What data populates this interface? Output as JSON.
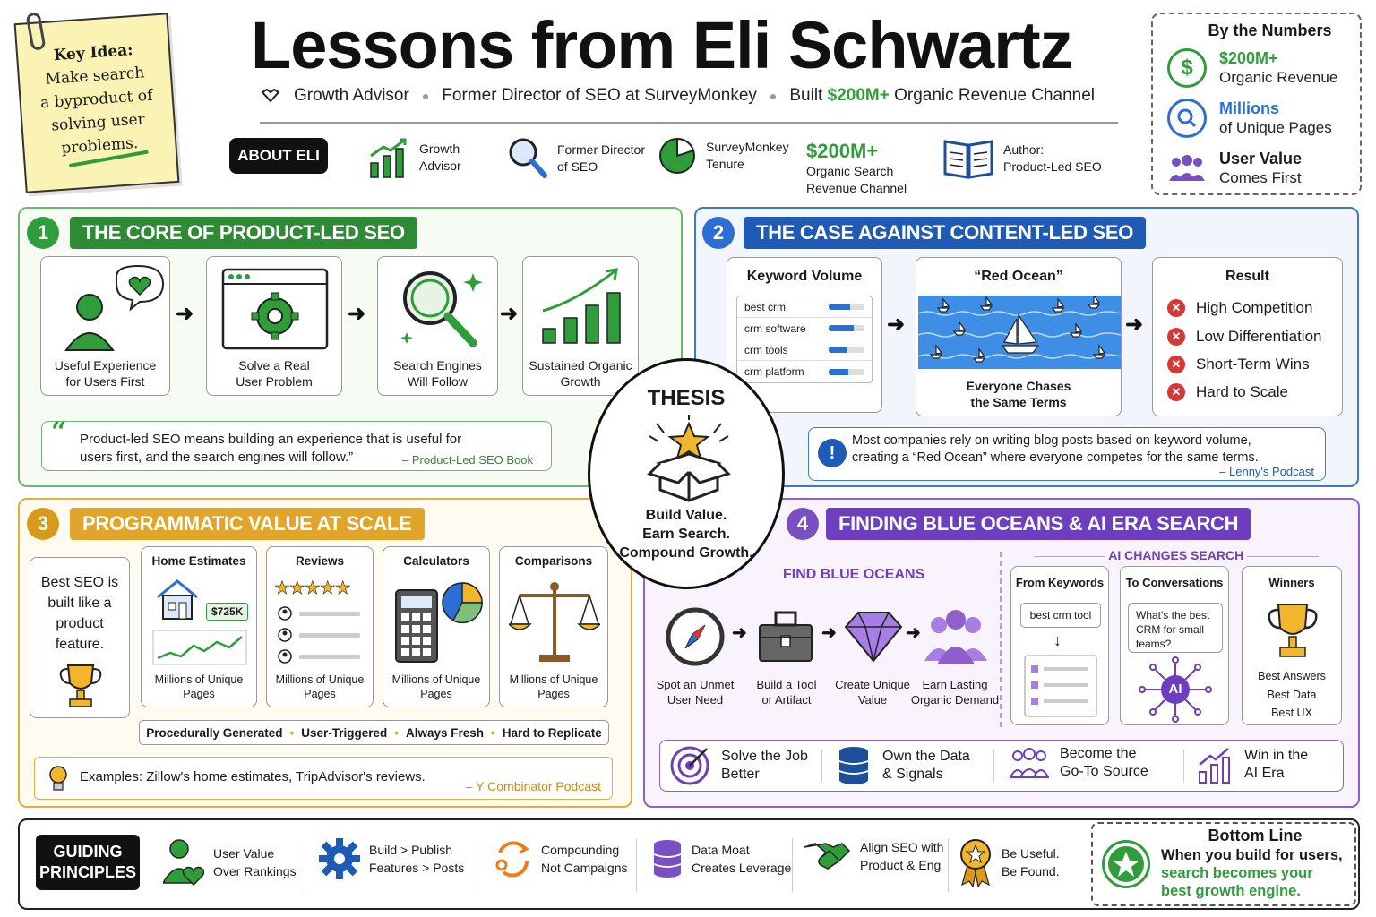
{
  "key_idea": {
    "line1": "Key Idea:",
    "line2": "Make search",
    "line3": "a byproduct of",
    "line4": "solving user",
    "line5": "problems."
  },
  "header": {
    "title": "Lessons from Eli Schwartz",
    "role1": "Growth Advisor",
    "role2": "Former Director of SEO at SurveyMonkey",
    "role3_prefix": "Built",
    "role3_amount": "$200M+",
    "role3_suffix": "Organic Revenue Channel"
  },
  "about": {
    "badge": "ABOUT ELI",
    "items": [
      {
        "l1": "Growth",
        "l2": "Advisor"
      },
      {
        "l1": "Former Director",
        "l2": "of SEO"
      },
      {
        "l1": "SurveyMonkey",
        "l2": "Tenure"
      },
      {
        "big": "$200M+",
        "l1": "Organic Search",
        "l2": "Revenue Channel"
      },
      {
        "l1": "Author:",
        "l2": "Product-Led SEO"
      }
    ]
  },
  "numbers": {
    "title": "By the Numbers",
    "rows": [
      {
        "t1": "$200M+",
        "t2": "Organic Revenue",
        "color": "#2f9e3a"
      },
      {
        "t1": "Millions",
        "t2": "of Unique Pages",
        "color": "#2b6fd4"
      },
      {
        "t1": "User Value",
        "t2": "Comes First",
        "color": "#7a4fc4"
      }
    ]
  },
  "s1": {
    "num": "1",
    "title": "THE CORE OF PRODUCT-LED SEO",
    "cards": [
      {
        "l1": "Useful Experience",
        "l2": "for Users First"
      },
      {
        "l1": "Solve a Real",
        "l2": "User Problem"
      },
      {
        "l1": "Search Engines",
        "l2": "Will Follow"
      },
      {
        "l1": "Sustained Organic",
        "l2": "Growth"
      }
    ],
    "quote1": "Product-led SEO means building an experience that is useful for",
    "quote2": "users first, and the search engines will follow.”",
    "source": "– Product-Led SEO Book"
  },
  "s2": {
    "num": "2",
    "title": "THE CASE AGAINST CONTENT-LED SEO",
    "kw_title": "Keyword Volume",
    "keywords": [
      {
        "k": "best crm",
        "v": 0.6
      },
      {
        "k": "crm software",
        "v": 0.7
      },
      {
        "k": "crm tools",
        "v": 0.5
      },
      {
        "k": "crm platform",
        "v": 0.55
      }
    ],
    "ocean_title": "“Red Ocean”",
    "ocean_l1": "Everyone Chases",
    "ocean_l2": "the Same Terms",
    "result_title": "Result",
    "results": [
      "High Competition",
      "Low Differentiation",
      "Short-Term Wins",
      "Hard to Scale"
    ],
    "note1": "Most companies rely on writing blog posts based on keyword volume,",
    "note2": "creating a “Red Ocean” where everyone competes for the same terms.",
    "source": "– Lenny's Podcast"
  },
  "thesis": {
    "title": "THESIS",
    "l1": "Build Value.",
    "l2": "Earn Search.",
    "l3": "Compound Growth."
  },
  "s3": {
    "num": "3",
    "title": "PROGRAMMATIC VALUE AT SCALE",
    "intro": [
      "Best SEO is",
      "built like a",
      "product",
      "feature."
    ],
    "cards": [
      {
        "title": "Home Estimates",
        "l1": "Millions of Unique",
        "l2": "Pages",
        "price": "$725K"
      },
      {
        "title": "Reviews",
        "l1": "Millions of Unique",
        "l2": "Pages"
      },
      {
        "title": "Calculators",
        "l1": "Millions of Unique",
        "l2": "Pages"
      },
      {
        "title": "Comparisons",
        "l1": "Millions of Unique",
        "l2": "Pages"
      }
    ],
    "tags": [
      "Procedurally Generated",
      "User-Triggered",
      "Always Fresh",
      "Hard to Replicate"
    ],
    "example": "Examples: Zillow's home estimates, TripAdvisor's reviews.",
    "source": "– Y Combinator Podcast"
  },
  "s4": {
    "num": "4",
    "title": "FINDING BLUE OCEANS & AI ERA SEARCH",
    "blue_title": "FIND BLUE OCEANS",
    "steps": [
      {
        "l1": "Spot an Unmet",
        "l2": "User Need"
      },
      {
        "l1": "Build a Tool",
        "l2": "or Artifact"
      },
      {
        "l1": "Create Unique",
        "l2": "Value"
      },
      {
        "l1": "Earn Lasting",
        "l2": "Organic Demand"
      }
    ],
    "ai_title": "AI CHANGES SEARCH",
    "from_kw": "From Keywords",
    "search_chip": "best crm tool",
    "to_conv": "To Conversations",
    "conv_text": "What's the best CRM for small teams?",
    "ai_label": "AI",
    "winners": "Winners",
    "winner_list": [
      "Best Answers",
      "Best Data",
      "Best UX"
    ],
    "bottom": [
      {
        "l1": "Solve the Job",
        "l2": "Better"
      },
      {
        "l1": "Own the Data",
        "l2": "& Signals"
      },
      {
        "l1": "Become the",
        "l2": "Go-To Source"
      },
      {
        "l1": "Win in the",
        "l2": "AI Era"
      }
    ]
  },
  "principles": {
    "badge1": "GUIDING",
    "badge2": "PRINCIPLES",
    "items": [
      {
        "l1": "User Value",
        "l2": "Over Rankings"
      },
      {
        "l1": "Build > Publish",
        "l2": "Features > Posts"
      },
      {
        "l1": "Compounding",
        "l2": "Not Campaigns"
      },
      {
        "l1": "Data Moat",
        "l2": "Creates Leverage"
      },
      {
        "l1": "Align SEO with",
        "l2": "Product & Eng"
      },
      {
        "l1": "Be Useful.",
        "l2": "Be Found."
      }
    ]
  },
  "bottom_line": {
    "title": "Bottom Line",
    "l1": "When you build for users,",
    "l2": "search becomes your",
    "l3": "best growth engine."
  }
}
